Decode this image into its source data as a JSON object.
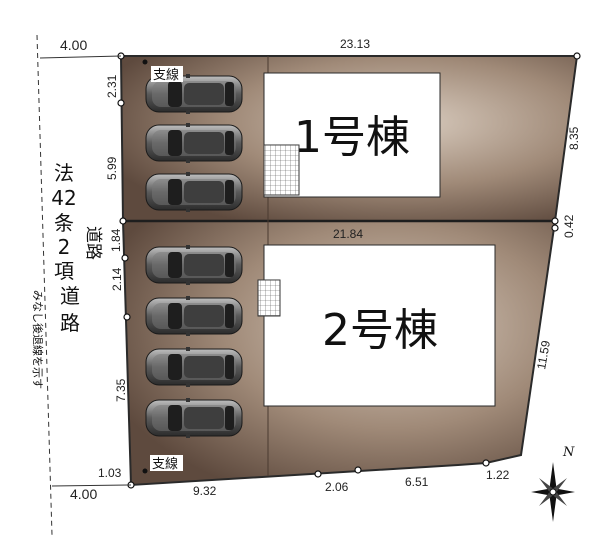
{
  "buildings": {
    "b1": "1号棟",
    "b2": "2号棟"
  },
  "branch_line_label": "支線",
  "road": {
    "main_label": "法42条2項道路",
    "main_chars": [
      "法",
      "42",
      "条",
      "2",
      "項",
      "道",
      "路"
    ],
    "sub_label": "道路",
    "note": "みなし後退線を示す"
  },
  "dimensions": {
    "road_width_top": "4.00",
    "road_width_bottom": "4.00",
    "top_edge": "23.13",
    "middle_line": "21.84",
    "right_upper": "8.35",
    "right_jog": "0.42",
    "right_lower": "11.59",
    "left_1": "2.31",
    "left_2": "5.99",
    "left_3": "1.84",
    "left_4": "2.14",
    "left_5": "7.35",
    "left_6": "1.03",
    "bottom_1": "9.32",
    "bottom_2": "2.06",
    "bottom_3": "6.51",
    "bottom_4": "1.22"
  },
  "compass": {
    "north_label": "N"
  },
  "colors": {
    "lot_dark": "#6b5446",
    "lot_light": "#cdbfb1",
    "building_fill": "#ffffff",
    "outline": "#2a2a2a"
  }
}
